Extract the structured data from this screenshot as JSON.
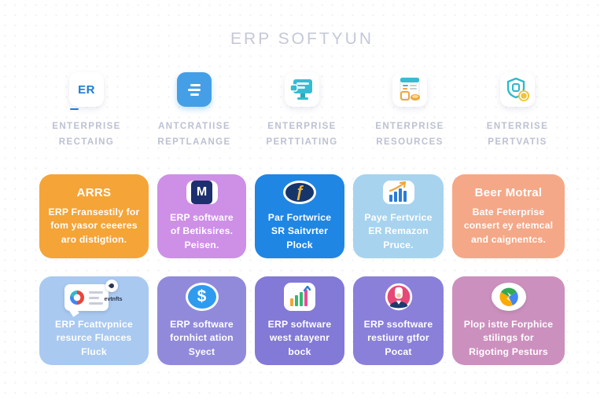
{
  "page": {
    "title": "ERP SOFTYUN",
    "background": "#FFFFFF",
    "dot_grid": true
  },
  "features": [
    {
      "icon": "er-logo-icon",
      "icon_text": "ER",
      "label": "ENTERPRISE\nRECTAING"
    },
    {
      "icon": "list-icon",
      "label": "ANTCRATIISE\nREPTLAANGE"
    },
    {
      "icon": "monitor-icon",
      "label": "ENTERPRISE\nPERTTIATING"
    },
    {
      "icon": "document-icon",
      "label": "ENTERPRISE\nRESOURCES"
    },
    {
      "icon": "shield-coin-icon",
      "label": "ENTERRISE\nPERTVATIS"
    }
  ],
  "cards": {
    "row1": [
      {
        "bg": "#F5A438",
        "title": "ARRS",
        "text": "ERP Fransestily for\nfom yasor ceeeres\naro distigtion."
      },
      {
        "bg": "#CE8FE7",
        "icon": "m-logo-icon",
        "icon_text": "M",
        "text": "ERP software\nof Betiksires.\nPeisen."
      },
      {
        "bg": "#1F86E4",
        "icon": "florin-coin-icon",
        "icon_text": "ƒ",
        "text": "Par Fortwrice\nSR Saitvrter\nPlock"
      },
      {
        "bg": "#A7D3EF",
        "icon": "growth-chart-icon",
        "text": "Paye Fertvrice\nER Remazon\nPruce."
      },
      {
        "bg": "#F4A887",
        "title": "Beer Motral",
        "text": "Bate Feterprise\nconsert ey etemcal\nand caignentcs."
      }
    ],
    "row2": [
      {
        "bg": "#A9C9F0",
        "icon": "report-bubble-icon",
        "icon_caption": "evtnfts",
        "text": "ERP Fcattvpnice\nresurce Flances\nFluck"
      },
      {
        "bg": "#918ADB",
        "icon": "dollar-coin-icon",
        "icon_text": "$",
        "text": "ERP software\nfornhict ation\nSyect"
      },
      {
        "bg": "#8379D6",
        "icon": "bar-chart-icon",
        "text": "ERP software\nwest atayenr\nbock"
      },
      {
        "bg": "#8A80DA",
        "icon": "person-avatar-icon",
        "text": "ERP ssoftware\nrestiure gtfor\nPocat"
      },
      {
        "bg": "#CC90BE",
        "icon": "pinwheel-icon",
        "text": "Plop istte Forphice\nstilings for\nRigoting Pesturs"
      }
    ]
  },
  "colors": {
    "title_gray": "#C5C8D8",
    "label_gray": "#BDC1D2",
    "accent_blue": "#1E7BD4",
    "accent_teal": "#35BCD2",
    "accent_yellow": "#F2C335"
  }
}
